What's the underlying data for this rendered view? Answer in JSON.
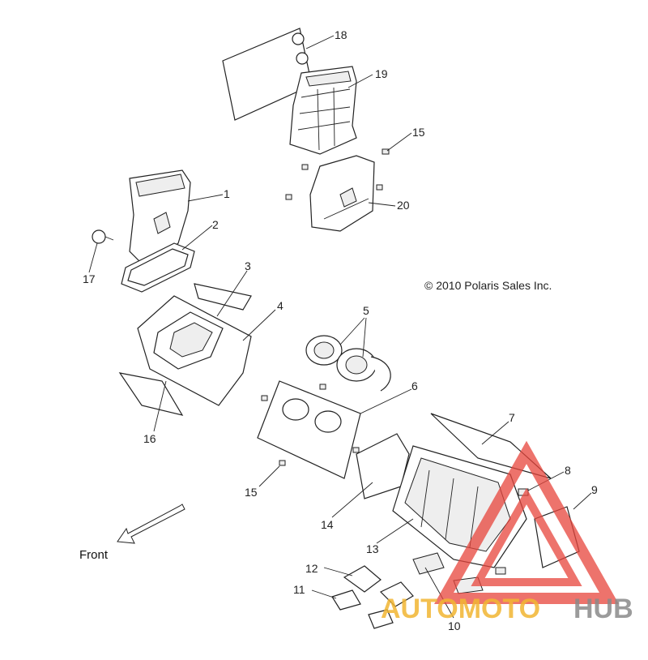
{
  "diagram": {
    "copyright": "© 2010 Polaris Sales Inc.",
    "direction_label": "Front",
    "callouts": [
      "18",
      "19",
      "15",
      "1",
      "20",
      "2",
      "17",
      "3",
      "4",
      "5",
      "6",
      "16",
      "7",
      "15",
      "8",
      "9",
      "14",
      "13",
      "12",
      "11",
      "10"
    ]
  },
  "watermark": {
    "text_part1": "AUTOMOTO",
    "text_part2": "HUB",
    "color_primary": "#e8453c",
    "color_accent": "#f2b632",
    "color_secondary": "#8a8a8a"
  }
}
